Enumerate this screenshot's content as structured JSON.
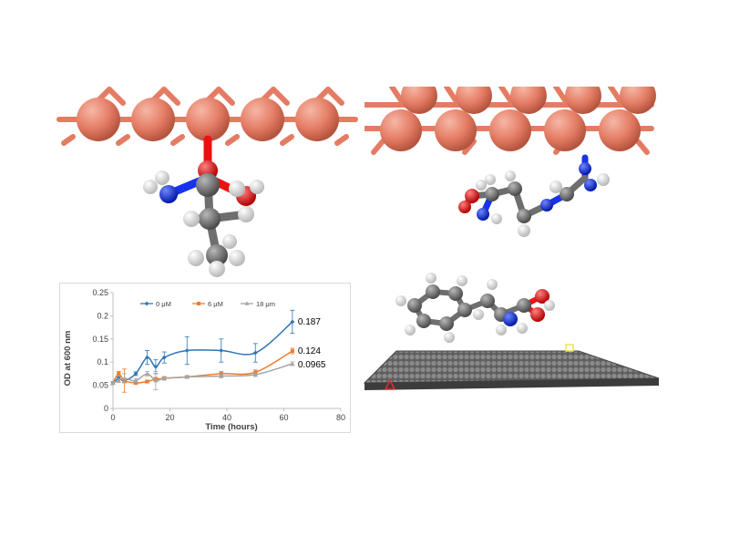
{
  "colors": {
    "copper": "#e47c64",
    "carbon": "#6e6e6e",
    "hydrogen": "#f0f0f0",
    "oxygen": "#ee1111",
    "nitrogen": "#1733ee",
    "series_0": "#2e75b6",
    "series_6": "#ed7d31",
    "series_18": "#a5a5a5"
  },
  "scenes": {
    "copper_surface_icon": "copper-surface-icon",
    "graphene_sheet_icon": "graphene-sheet-icon",
    "corner_marker_a": "red-triangle-marker-icon",
    "corner_marker_b": "yellow-square-marker-icon"
  },
  "chart_data": {
    "type": "line",
    "xlabel": "Time (hours)",
    "ylabel": "OD at 600 nm",
    "xlim": [
      0,
      80
    ],
    "ylim": [
      0,
      0.25
    ],
    "xticks": [
      "0",
      "20",
      "40",
      "60",
      "80"
    ],
    "yticks": [
      "0",
      "0.05",
      "0.1",
      "0.15",
      "0.2",
      "0.25"
    ],
    "legend_position": "top",
    "grid": false,
    "series": [
      {
        "name": "0 μM",
        "color": "#2e75b6",
        "x": [
          0,
          2,
          4,
          8,
          12,
          15,
          18,
          26,
          38,
          50,
          63
        ],
        "y": [
          0.055,
          0.065,
          0.06,
          0.075,
          0.11,
          0.09,
          0.11,
          0.125,
          0.125,
          0.12,
          0.187
        ],
        "err": [
          0.003,
          0.003,
          0.004,
          0.004,
          0.015,
          0.015,
          0.012,
          0.03,
          0.025,
          0.02,
          0.025
        ],
        "end_label": "0.187"
      },
      {
        "name": "6 μM",
        "color": "#ed7d31",
        "x": [
          0,
          2,
          4,
          8,
          12,
          15,
          18,
          26,
          38,
          50,
          63
        ],
        "y": [
          0.055,
          0.075,
          0.06,
          0.055,
          0.058,
          0.063,
          0.065,
          0.068,
          0.075,
          0.078,
          0.124
        ],
        "err": [
          0.003,
          0.005,
          0.025,
          0.003,
          0.003,
          0.004,
          0.003,
          0.003,
          0.005,
          0.005,
          0.006
        ],
        "end_label": "0.124"
      },
      {
        "name": "18 μm",
        "color": "#a5a5a5",
        "x": [
          0,
          2,
          4,
          8,
          12,
          15,
          18,
          26,
          38,
          50,
          63
        ],
        "y": [
          0.055,
          0.06,
          0.065,
          0.06,
          0.075,
          0.06,
          0.065,
          0.068,
          0.07,
          0.073,
          0.0965
        ],
        "err": [
          0.003,
          0.004,
          0.01,
          0.004,
          0.005,
          0.02,
          0.004,
          0.003,
          0.004,
          0.004,
          0.004
        ],
        "end_label": "0.0965"
      }
    ]
  }
}
